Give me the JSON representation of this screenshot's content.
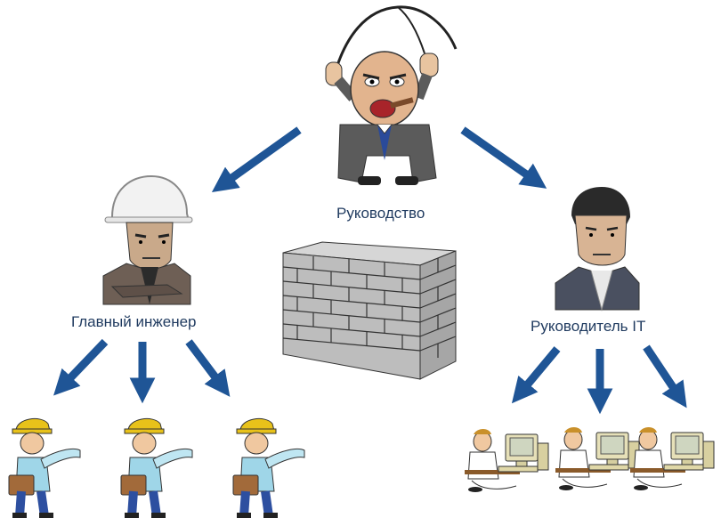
{
  "labels": {
    "management": "Руководство",
    "chief_engineer": "Главный инженер",
    "it_head": "Руководитель IT"
  },
  "colors": {
    "arrow": "#1f5596",
    "label": "#1f3a5f",
    "wall_fill": "#bdbdbd",
    "wall_top": "#d6d6d6",
    "wall_side": "#a6a6a6",
    "suit_gray": "#5b5b5b",
    "helmet_yellow": "#e8c21a",
    "shirt_blue": "#9fd6e8",
    "monitor": "#e6e0b8"
  },
  "icons": {
    "boss": "angry-boss-with-whip-icon",
    "chief_engineer": "engineer-in-hardhat-icon",
    "it_head": "businessman-icon",
    "worker": "construction-worker-icon",
    "it_worker": "person-at-computer-icon",
    "wall": "brick-wall-icon",
    "arrow": "arrow-icon"
  }
}
